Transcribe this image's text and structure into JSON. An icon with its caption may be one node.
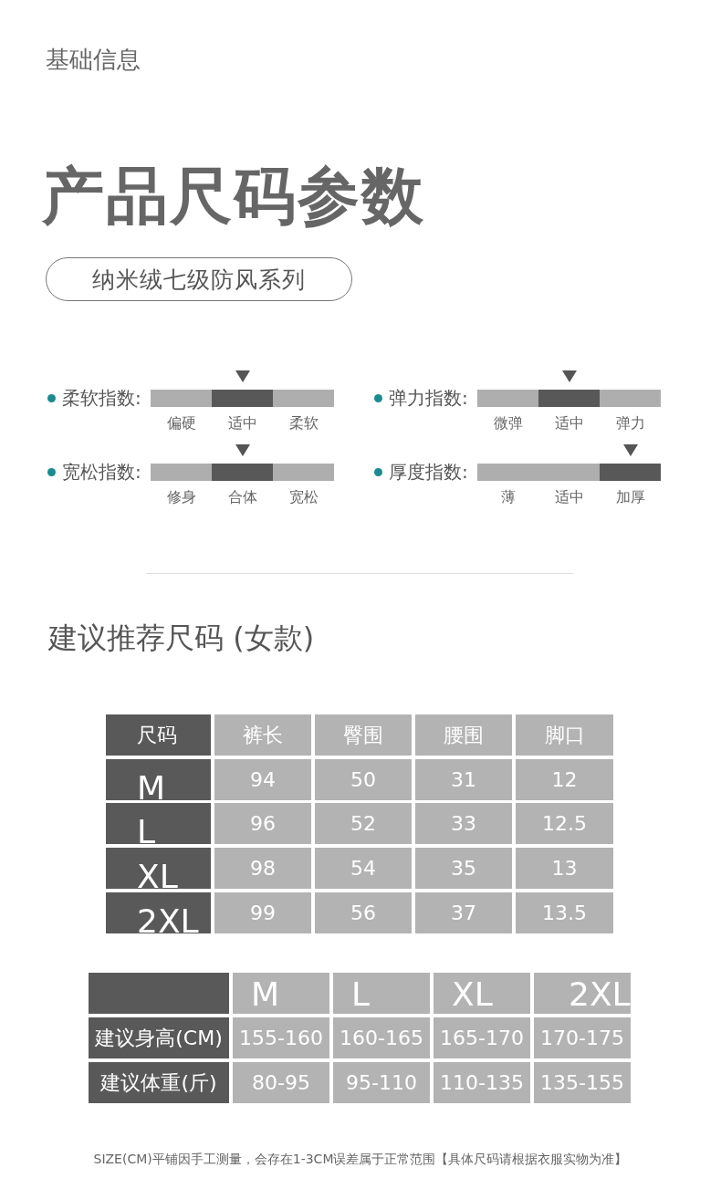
{
  "diagram": {
    "title": "产品尺码参数",
    "nodes": [
      {
        "text": [
          "纳米绒七级防风系列"
        ]
      }
    ],
    "labels": [
      "基础信息",
      "柔软指数:",
      "偏硬",
      "适中",
      "柔软",
      "弹力指数:",
      "微弹",
      "适中",
      "弹力",
      "宽松指数:",
      "修身",
      "合体",
      "宽松",
      "厚度指数:",
      "薄",
      "适中",
      "加厚",
      "建议推荐尺码 (女款)",
      "尺码",
      "裤长",
      "臀围",
      "腰围",
      "脚口",
      "M",
      "94",
      "50",
      "31",
      "12",
      "L",
      "96",
      "52",
      "33",
      "12.5",
      "XL",
      "98",
      "54",
      "35",
      "13",
      "2XL",
      "99",
      "56",
      "37",
      "13.5",
      "M",
      "L",
      "XL",
      "2XL",
      "建议身高(CM)",
      "155-160",
      "160-165",
      "165-170",
      "170-175",
      "建议体重(斤)",
      "80-95",
      "95-110",
      "110-135",
      "135-155",
      "SIZE(CM)平铺因手工测量，会存在1-3CM误差属于正常范围【具体尺码请根据衣服实物为准】"
    ]
  }
}
